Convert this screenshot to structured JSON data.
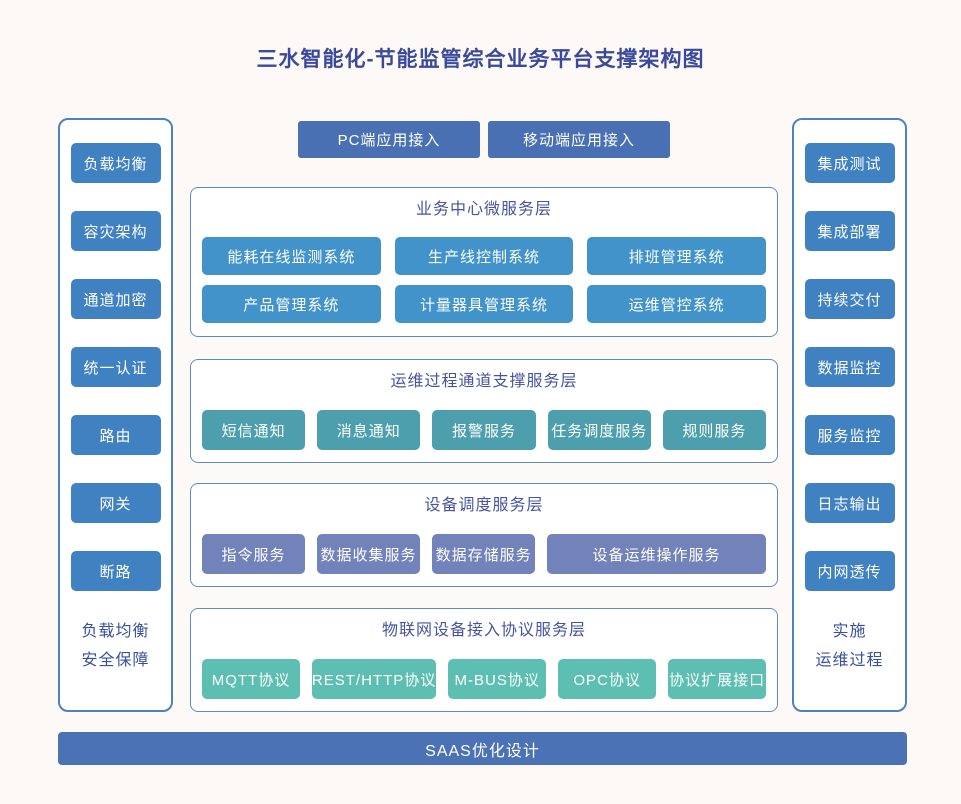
{
  "title": "三水智能化-节能监管综合业务平台支撑架构图",
  "colors": {
    "background": "#fcf9f7",
    "title_text": "#3b499c",
    "section_header_text": "#47549f",
    "caption_text": "#39509e",
    "side_box_border": "#4d82bf",
    "section_border": "#5b8dc4",
    "side_button": "#3f81c1",
    "top_button": "#4a70b4",
    "footer_bar": "#4a72b5",
    "business_layer_button": "#4193ca",
    "channel_layer_button": "#4d9fad",
    "device_layer_button": "#7282ba",
    "iot_layer_button": "#5dbfb2"
  },
  "top_buttons": {
    "pc": "PC端应用接入",
    "mobile": "移动端应用接入"
  },
  "left_sidebar": {
    "items": [
      "负载均衡",
      "容灾架构",
      "通道加密",
      "统一认证",
      "路由",
      "网关",
      "断路"
    ],
    "caption_lines": [
      "负载均衡",
      "安全保障"
    ]
  },
  "right_sidebar": {
    "items": [
      "集成测试",
      "集成部署",
      "持续交付",
      "数据监控",
      "服务监控",
      "日志输出",
      "内网透传"
    ],
    "caption_lines": [
      "实施",
      "运维过程"
    ]
  },
  "layers": [
    {
      "title": "业务中心微服务层",
      "color": "#4193ca",
      "items": [
        "能耗在线监测系统",
        "生产线控制系统",
        "排班管理系统",
        "产品管理系统",
        "计量器具管理系统",
        "运维管控系统"
      ]
    },
    {
      "title": "运维过程通道支撑服务层",
      "color": "#4d9fad",
      "items": [
        "短信通知",
        "消息通知",
        "报警服务",
        "任务调度服务",
        "规则服务"
      ]
    },
    {
      "title": "设备调度服务层",
      "color": "#7282ba",
      "items": [
        "指令服务",
        "数据收集服务",
        "数据存储服务",
        "设备运维操作服务"
      ]
    },
    {
      "title": "物联网设备接入协议服务层",
      "color": "#5dbfb2",
      "items": [
        "MQTT协议",
        "REST/HTTP协议",
        "M-BUS协议",
        "OPC协议",
        "协议扩展接口"
      ]
    }
  ],
  "footer": {
    "label": "SAAS优化设计"
  }
}
